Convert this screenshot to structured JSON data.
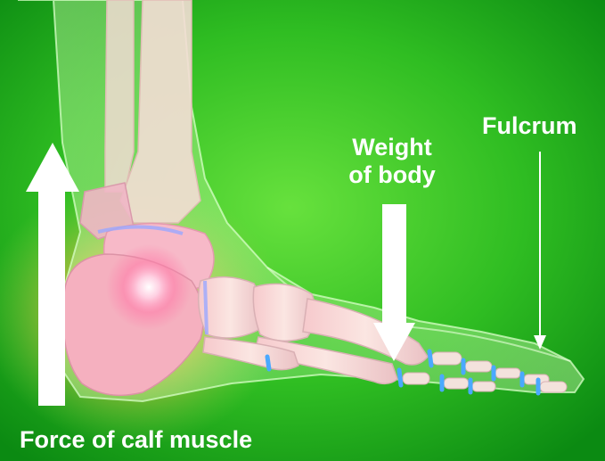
{
  "labels": {
    "fulcrum": "Fulcrum",
    "weight_line1": "Weight",
    "weight_line2": "of body",
    "force": "Force of calf muscle"
  },
  "colors": {
    "background_center": "#5fdc3a",
    "background_edge": "#0b8a12",
    "arrow": "#ffffff",
    "label_text": "#ffffff",
    "bone": "#f1d7d1",
    "joint_glow": "#ff6a9a",
    "cartilage": "#4aa9ff"
  },
  "icons": {
    "force_arrow": "up-arrow-icon",
    "weight_arrow": "down-arrow-icon",
    "fulcrum_arrow": "thin-down-arrow-icon"
  }
}
